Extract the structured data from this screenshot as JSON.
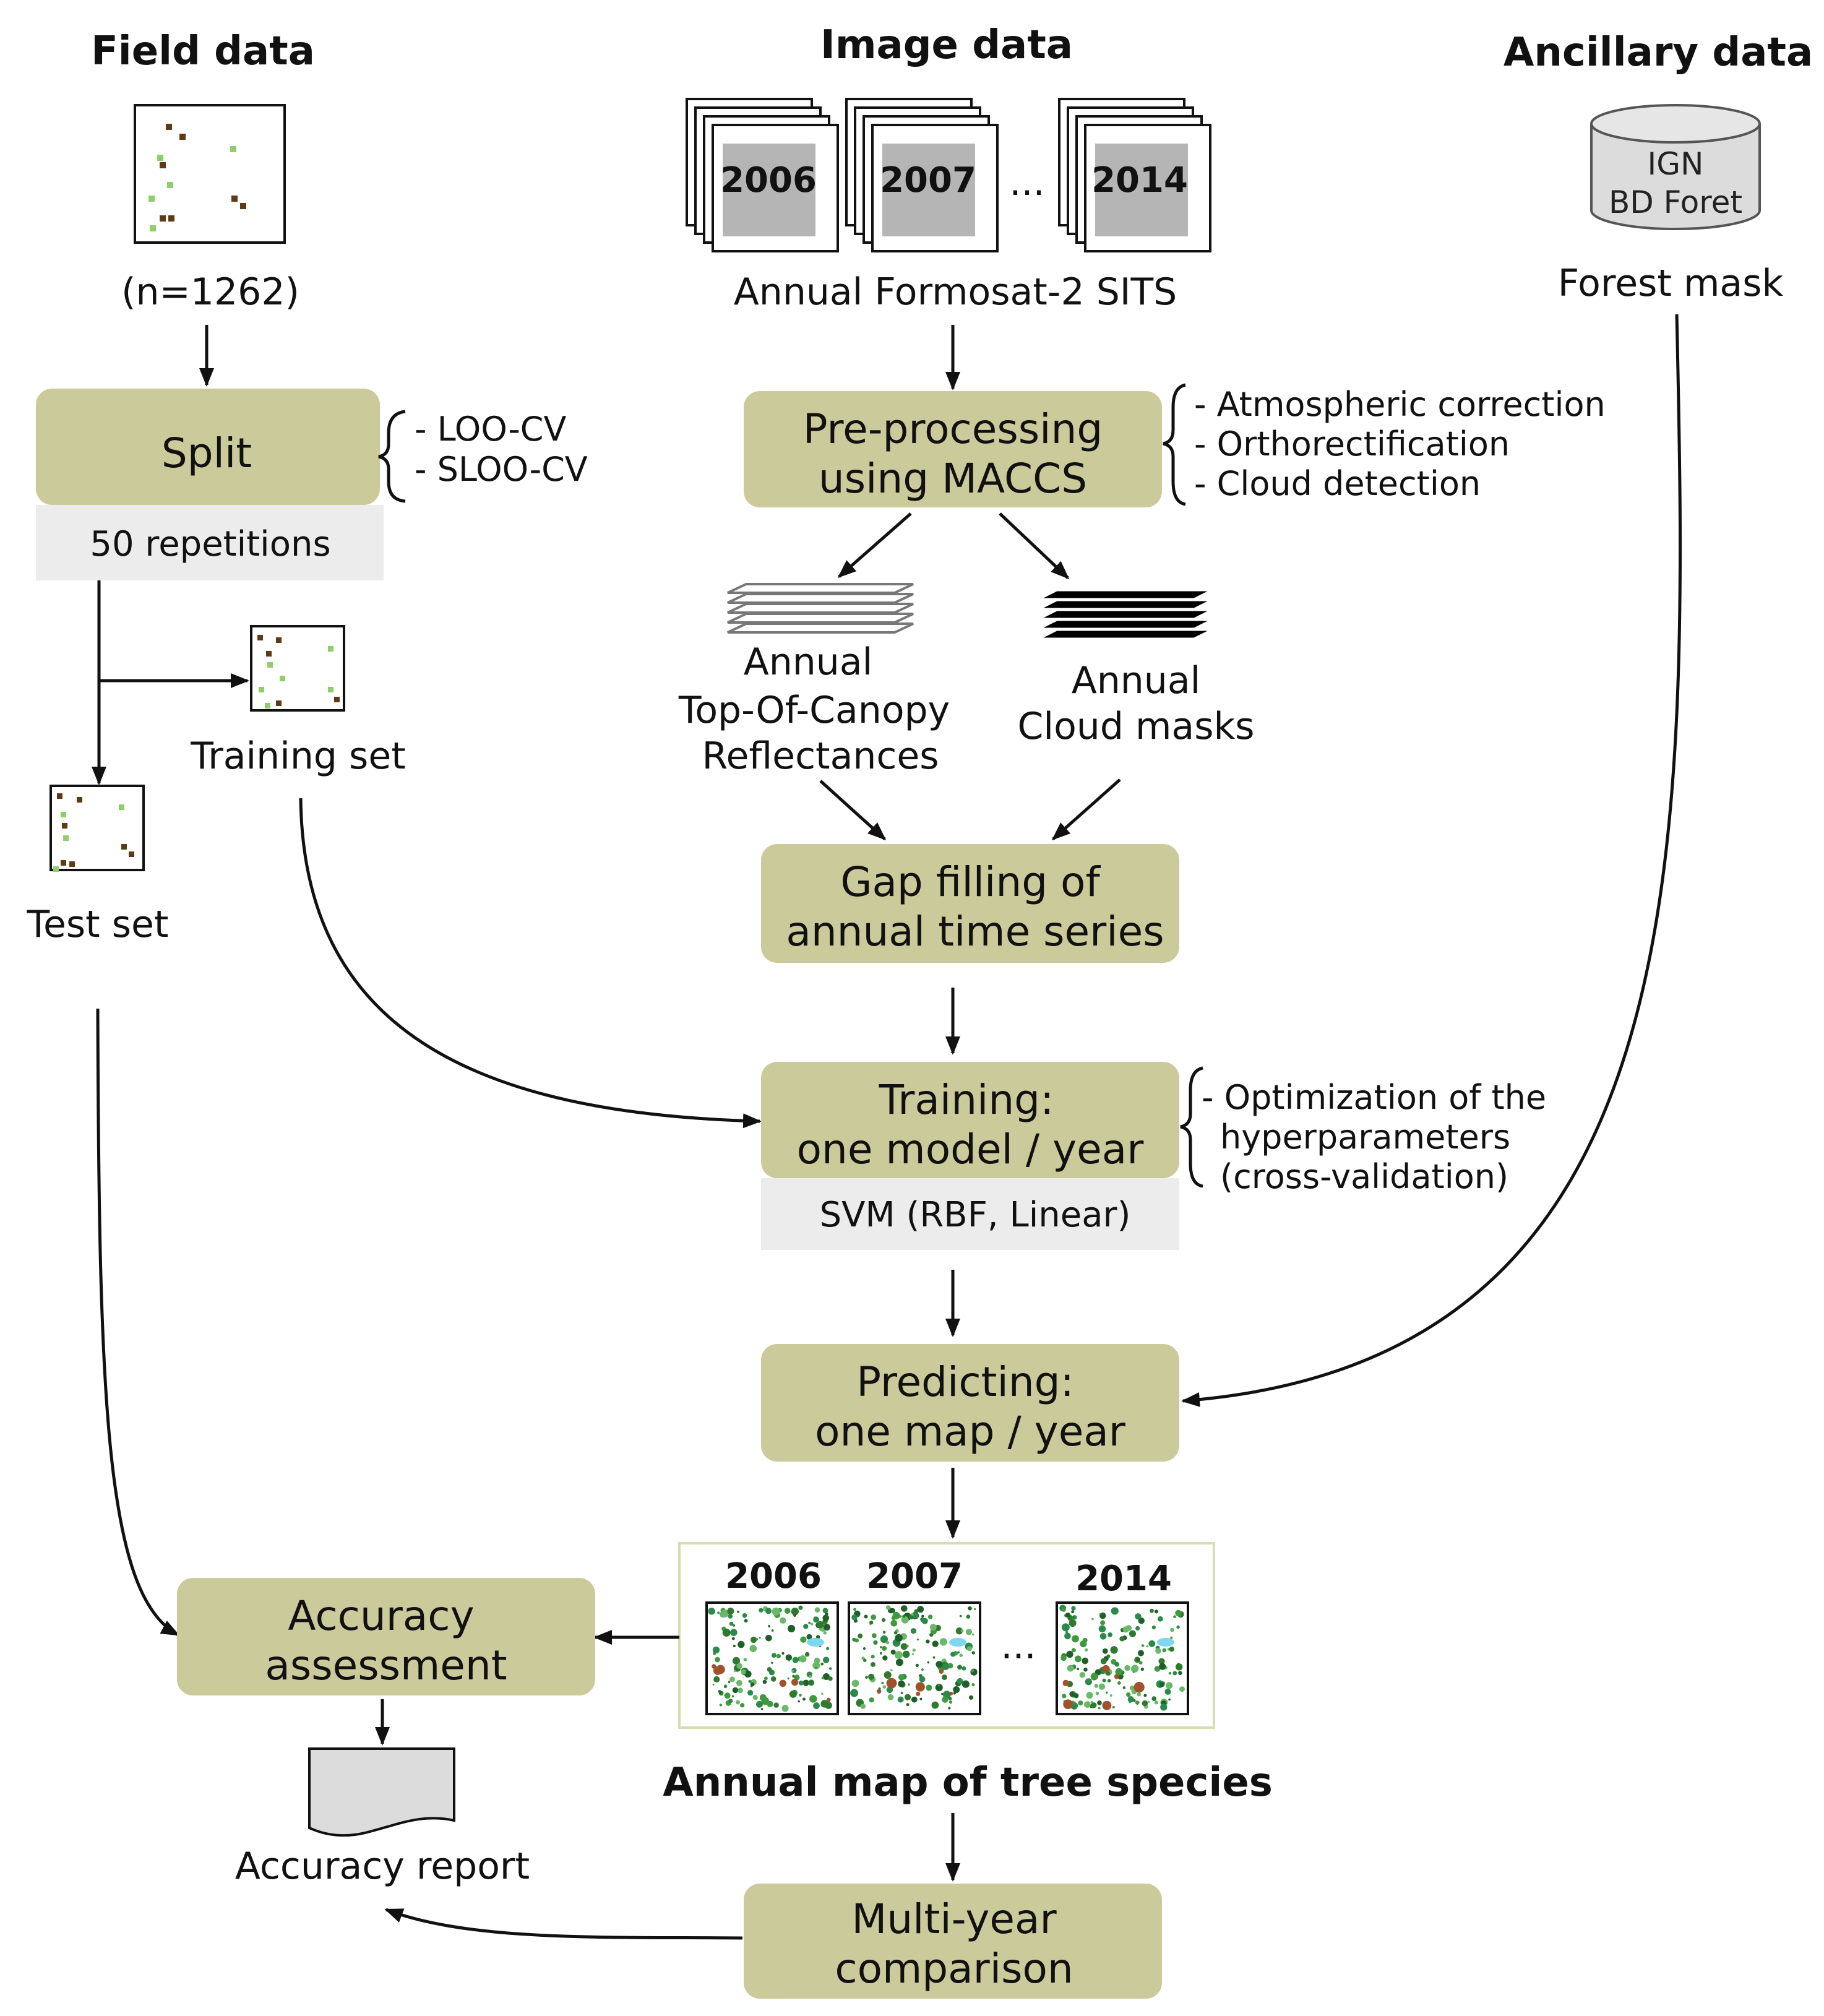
{
  "headers": {
    "field": "Field data",
    "image": "Image data",
    "ancillary": "Ancillary data"
  },
  "field": {
    "count": "(n=1262)",
    "split": "Split",
    "split_notes": [
      "- LOO-CV",
      "- SLOO-CV"
    ],
    "repetitions": "50 repetitions",
    "training_set": "Training set",
    "test_set": "Test set"
  },
  "image": {
    "years": [
      "2006",
      "2007",
      "2014"
    ],
    "ellipsis": "...",
    "sits_label": "Annual Formosat-2 SITS",
    "preproc": [
      "Pre-processing",
      "using MACCS"
    ],
    "preproc_notes": [
      "- Atmospheric correction",
      "- Orthorectification",
      "- Cloud detection"
    ],
    "toc": [
      "Annual",
      "Top-Of-Canopy",
      "Reflectances"
    ],
    "cloud": [
      "Annual",
      "Cloud masks"
    ],
    "gap": [
      "Gap filling of",
      "annual time series"
    ],
    "training": [
      "Training:",
      "one model / year"
    ],
    "svm": "SVM (RBF, Linear)",
    "training_notes": [
      "- Optimization of the",
      "hyperparameters",
      "(cross-validation)"
    ],
    "predicting": [
      "Predicting:",
      "one map / year"
    ],
    "map_years": [
      "2006",
      "2007",
      "2014"
    ],
    "map_title": "Annual map of tree species",
    "multi": [
      "Multi-year",
      "comparison"
    ]
  },
  "ancillary": {
    "db": [
      "IGN",
      "BD Foret"
    ],
    "mask": "Forest mask"
  },
  "accuracy": {
    "box": [
      "Accuracy",
      "assessment"
    ],
    "report": "Accuracy report"
  },
  "colors": {
    "box_fill": "#cbca9b",
    "subbox_fill": "#ececec",
    "plot_light": "#8fce6a",
    "plot_dark": "#5e3b14",
    "map_border": "#d9dcb0"
  }
}
